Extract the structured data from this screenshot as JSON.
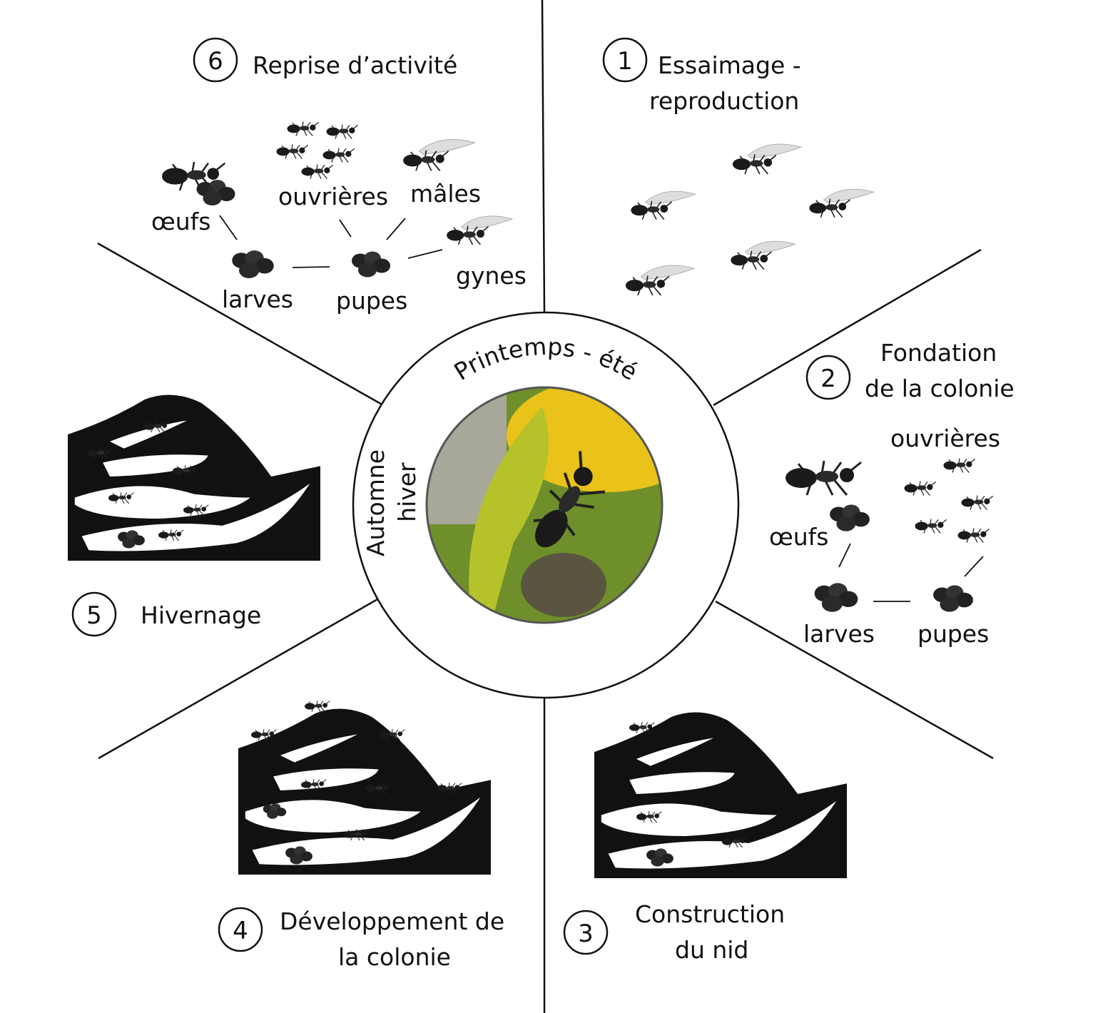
{
  "center": {
    "season_top": "Printemps - été",
    "season_left_1": "Automne",
    "season_left_2": "hiver"
  },
  "stages": [
    {
      "number": "1",
      "title_line1": "Essaimage -",
      "title_line2": "reproduction"
    },
    {
      "number": "2",
      "title_line1": "Fondation",
      "title_line2": "de la colonie",
      "labels": {
        "workers": "ouvrières",
        "eggs": "œufs",
        "larvae": "larves",
        "pupae": "pupes"
      }
    },
    {
      "number": "3",
      "title_line1": "Construction",
      "title_line2": "du nid"
    },
    {
      "number": "4",
      "title_line1": "Développement de",
      "title_line2": "la colonie"
    },
    {
      "number": "5",
      "title_line1": "Hivernage"
    },
    {
      "number": "6",
      "title_line1": "Reprise d’activité",
      "labels": {
        "eggs": "œufs",
        "workers": "ouvrières",
        "males": "mâles",
        "larvae": "larves",
        "pupae": "pupes",
        "gynes": "gynes"
      }
    }
  ],
  "colors": {
    "ink": "#111111",
    "photo_yellow": "#e9c21a",
    "photo_green": "#6f8f2a"
  }
}
